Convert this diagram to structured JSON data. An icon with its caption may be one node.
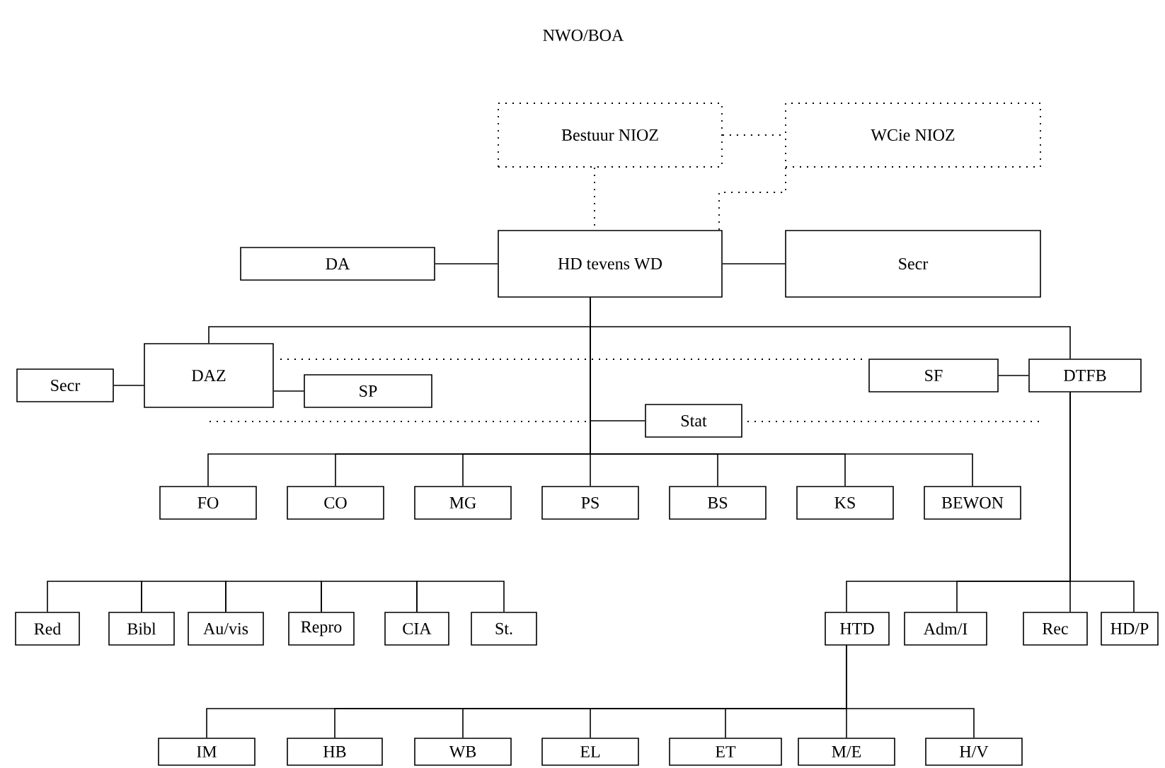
{
  "diagram": {
    "title": "NWO/BOA",
    "nodes": [
      {
        "text": [
          "Bestuur NIOZ"
        ]
      },
      {
        "text": [
          "WCie NIOZ"
        ]
      },
      {
        "text": [
          "HD tevens WD"
        ]
      },
      {
        "text": [
          "DA"
        ]
      },
      {
        "text": [
          "Secr"
        ]
      },
      {
        "text": [
          "Secr"
        ]
      },
      {
        "text": [
          "DAZ"
        ]
      },
      {
        "text": [
          "SP"
        ]
      },
      {
        "text": [
          "SF"
        ]
      },
      {
        "text": [
          "DTFB"
        ]
      },
      {
        "text": [
          "Stat"
        ]
      },
      {
        "text": [
          "FO"
        ]
      },
      {
        "text": [
          "CO"
        ]
      },
      {
        "text": [
          "MG"
        ]
      },
      {
        "text": [
          "PS"
        ]
      },
      {
        "text": [
          "BS"
        ]
      },
      {
        "text": [
          "KS"
        ]
      },
      {
        "text": [
          "BEWON"
        ]
      },
      {
        "text": [
          "Red"
        ]
      },
      {
        "text": [
          "Bibl"
        ]
      },
      {
        "text": [
          "Au/vis"
        ]
      },
      {
        "text": [
          "Repro"
        ]
      },
      {
        "text": [
          "CIA"
        ]
      },
      {
        "text": [
          "St."
        ]
      },
      {
        "text": [
          "HTD"
        ]
      },
      {
        "text": [
          "Adm/I"
        ]
      },
      {
        "text": [
          "Rec"
        ]
      },
      {
        "text": [
          "HD/P"
        ]
      },
      {
        "text": [
          "IM"
        ]
      },
      {
        "text": [
          "HB"
        ]
      },
      {
        "text": [
          "WB"
        ]
      },
      {
        "text": [
          "EL"
        ]
      },
      {
        "text": [
          "ET"
        ]
      },
      {
        "text": [
          "M/E"
        ]
      },
      {
        "text": [
          "H/V"
        ]
      }
    ],
    "edges": [
      {
        "from": 0,
        "to": 1,
        "arrow": "none",
        "style": "dashed"
      },
      {
        "from": 0,
        "to": 2,
        "arrow": "none",
        "style": "dashed"
      },
      {
        "from": 1,
        "to": 2,
        "arrow": "none",
        "style": "dashed"
      },
      {
        "from": 2,
        "to": 3,
        "arrow": "none"
      },
      {
        "from": 2,
        "to": 4,
        "arrow": "none"
      },
      {
        "from": 2,
        "to": 6,
        "arrow": "none"
      },
      {
        "from": 2,
        "to": 9,
        "arrow": "none"
      },
      {
        "from": 6,
        "to": 5,
        "arrow": "none"
      },
      {
        "from": 6,
        "to": 7,
        "arrow": "none"
      },
      {
        "from": 9,
        "to": 8,
        "arrow": "none"
      },
      {
        "from": 2,
        "to": 10,
        "arrow": "none"
      },
      {
        "from": 2,
        "to": 11,
        "arrow": "none"
      },
      {
        "from": 2,
        "to": 12,
        "arrow": "none"
      },
      {
        "from": 2,
        "to": 13,
        "arrow": "none"
      },
      {
        "from": 2,
        "to": 14,
        "arrow": "none"
      },
      {
        "from": 2,
        "to": 15,
        "arrow": "none"
      },
      {
        "from": 2,
        "to": 16,
        "arrow": "none"
      },
      {
        "from": 2,
        "to": 17,
        "arrow": "none"
      },
      {
        "from": 9,
        "to": 24,
        "arrow": "none"
      },
      {
        "from": 9,
        "to": 25,
        "arrow": "none"
      },
      {
        "from": 9,
        "to": 26,
        "arrow": "none"
      },
      {
        "from": 9,
        "to": 27,
        "arrow": "none"
      },
      {
        "from": 18,
        "to": 19,
        "arrow": "none"
      },
      {
        "from": 19,
        "to": 20,
        "arrow": "none"
      },
      {
        "from": 20,
        "to": 21,
        "arrow": "none"
      },
      {
        "from": 21,
        "to": 22,
        "arrow": "none"
      },
      {
        "from": 22,
        "to": 23,
        "arrow": "none"
      },
      {
        "from": 24,
        "to": 28,
        "arrow": "none"
      },
      {
        "from": 24,
        "to": 29,
        "arrow": "none"
      },
      {
        "from": 24,
        "to": 30,
        "arrow": "none"
      },
      {
        "from": 24,
        "to": 31,
        "arrow": "none"
      },
      {
        "from": 24,
        "to": 32,
        "arrow": "none"
      },
      {
        "from": 24,
        "to": 33,
        "arrow": "none"
      },
      {
        "from": 24,
        "to": 34,
        "arrow": "none"
      }
    ]
  }
}
